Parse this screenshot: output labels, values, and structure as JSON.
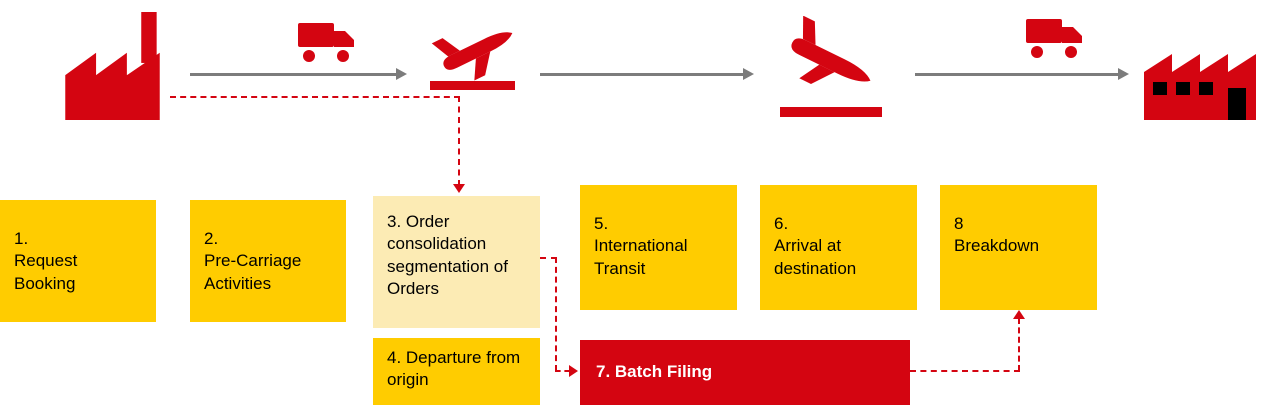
{
  "diagram": {
    "colors": {
      "brand_red": "#D40511",
      "brand_yellow": "#FFCC00",
      "pale_yellow": "#FCEBB4",
      "arrow_gray": "#7C7C7C",
      "text": "#000000",
      "highlight_text": "#FFFFFF"
    },
    "icons": [
      "factory-origin-icon",
      "delivery-truck-icon",
      "plane-departure-icon",
      "plane-arrival-icon",
      "delivery-truck-icon",
      "factory-destination-icon"
    ],
    "steps": [
      {
        "text": "1.\nRequest Booking"
      },
      {
        "text": "2.\nPre-Carriage Activities"
      },
      {
        "text": "3. Order consolidation segmentation of Orders"
      },
      {
        "text": "4. Departure from origin"
      },
      {
        "text": "5.\nInternational Transit"
      },
      {
        "text": "6.\nArrival at destination"
      },
      {
        "text": "7. Batch Filing"
      },
      {
        "text": "8\nBreakdown"
      }
    ]
  }
}
